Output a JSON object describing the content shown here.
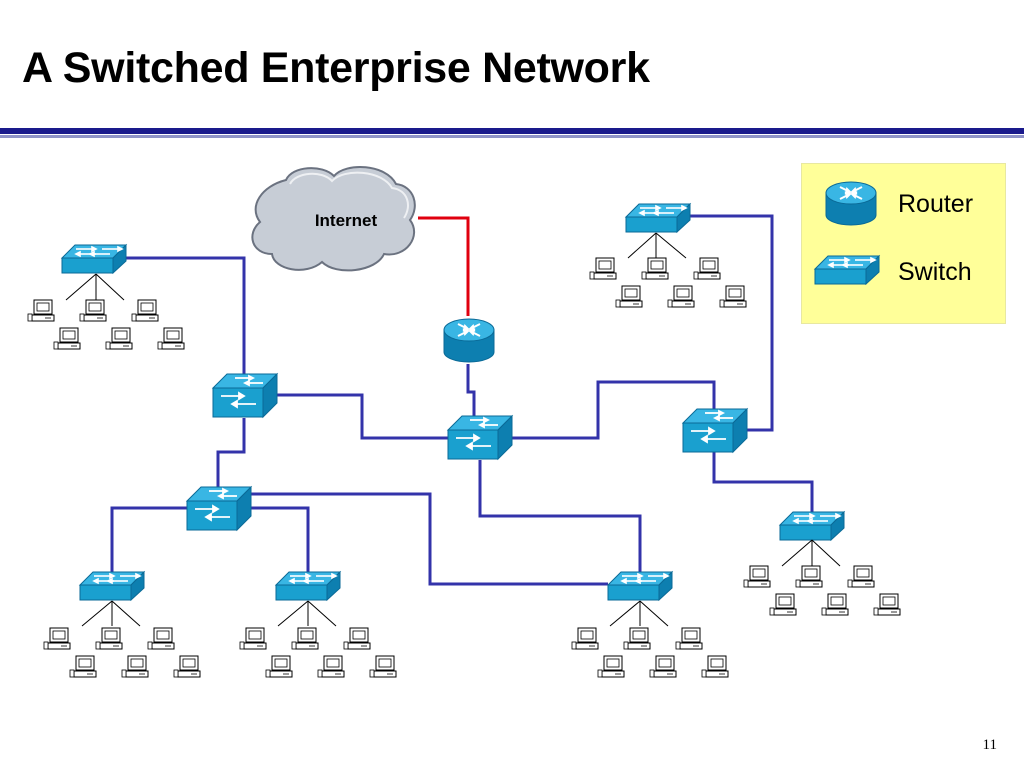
{
  "title": "A Switched Enterprise Network",
  "cloud": {
    "label": "Internet",
    "color": "#c7cdd6"
  },
  "legend": {
    "router_label": "Router",
    "switch_label": "Switch",
    "background": "#ffff99"
  },
  "colors": {
    "link": "#3333aa",
    "internet_link": "#e0000f",
    "device": "#1aa0cf",
    "device_dark": "#0a6a97",
    "title_rule": "#1a1a8c"
  },
  "page_number": "11",
  "icons": [
    "router-icon",
    "switch-icon",
    "workstation-icon",
    "cloud-icon"
  ]
}
